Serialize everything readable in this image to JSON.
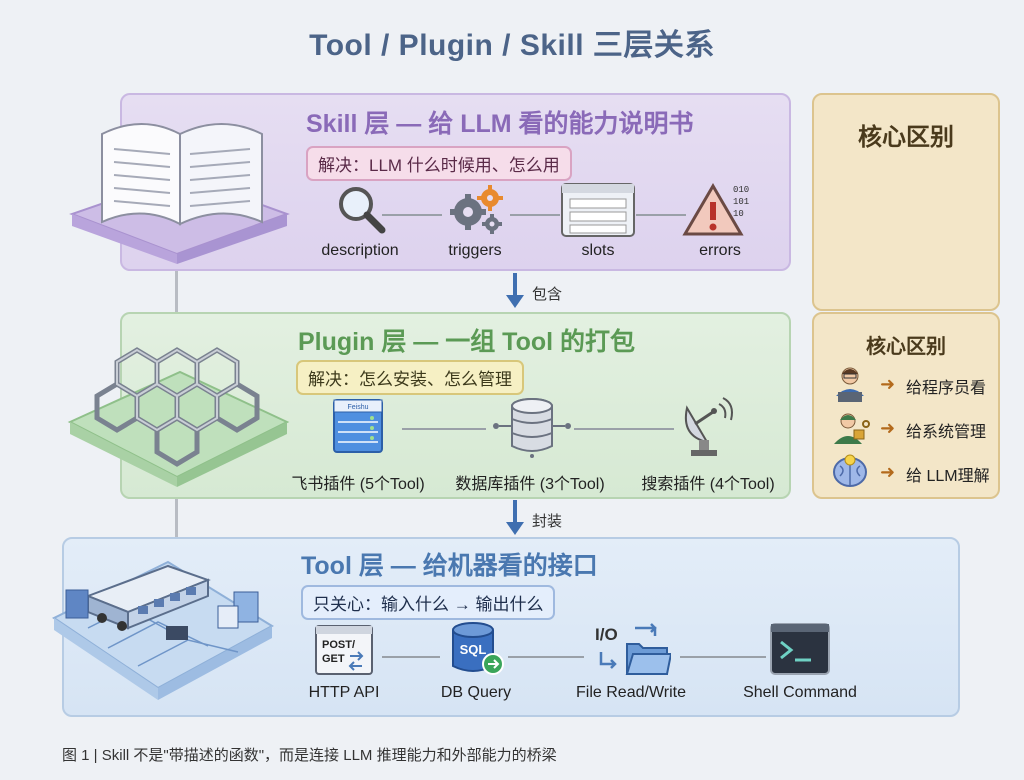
{
  "title": "Tool / Plugin / Skill 三层关系",
  "layers": {
    "skill": {
      "title": "Skill 层 — 给 LLM 看的能力说明书",
      "badge": "解决：LLM 什么时候用、怎么用",
      "items": [
        "description",
        "triggers",
        "slots",
        "errors"
      ]
    },
    "plugin": {
      "title": "Plugin 层 — 一组 Tool 的打包",
      "badge": "解决：怎么安装、怎么管理",
      "items": [
        "飞书插件 (5个Tool)",
        "数据库插件 (3个Tool)",
        "搜索插件 (4个Tool)"
      ],
      "feishu_logo_text": "Feishu"
    },
    "tool": {
      "title": "Tool 层 — 给机器看的接口",
      "badge": "只关心：输入什么 → 输出什么",
      "items": [
        "HTTP API",
        "DB Query",
        "File Read/Write",
        "Shell Command"
      ],
      "http_icon_text": "POST/\nGET",
      "sql_icon_text": "SQL",
      "io_icon_text": "I/O"
    }
  },
  "arrows": {
    "skill_to_plugin": "包含",
    "plugin_to_tool": "封装"
  },
  "sidebar": {
    "top_heading": "核心区别",
    "bottom_heading": "核心区别",
    "rows": [
      {
        "icon": "programmer-icon",
        "text": "给程序员看"
      },
      {
        "icon": "admin-icon",
        "text": "给系统管理"
      },
      {
        "icon": "brain-icon",
        "text": "给 LLM理解"
      }
    ]
  },
  "caption": "图 1 | Skill 不是\"带描述的函数\"，而是连接 LLM 推理能力和外部能力的桥梁",
  "colors": {
    "title": "#4c6488",
    "skill_title": "#8a6ab8",
    "plugin_title": "#5b9a55",
    "tool_title": "#4a78b0",
    "arrow": "#3f6fb0"
  }
}
